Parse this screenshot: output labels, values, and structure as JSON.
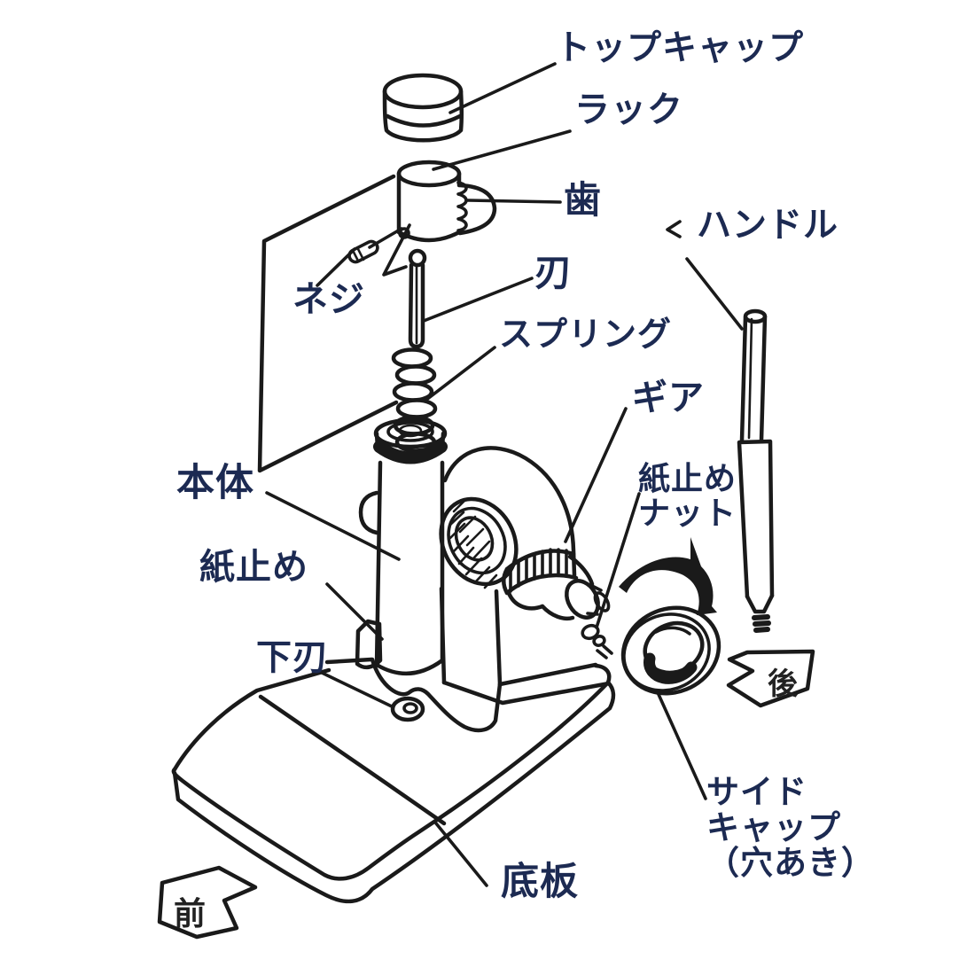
{
  "labels": {
    "top_cap": "トップキャップ",
    "rack": "ラック",
    "tooth": "歯",
    "handle": "ハンドル",
    "screw": "ネジ",
    "blade": "刃",
    "spring": "スプリング",
    "gear": "ギア",
    "paper_stop_nut": {
      "line1": "紙止め",
      "line2": "ナット"
    },
    "body": "本体",
    "paper_stop": "紙止め",
    "lower_blade": "下刃",
    "side_cap": {
      "line1": "サイド",
      "line2": "キャップ",
      "line3": "（穴あき）"
    },
    "base_plate": "底板"
  },
  "direction_arrows": {
    "front": "前",
    "rear": "後"
  },
  "colors": {
    "label_text": "#1c2a52",
    "line_art": "#1a1a1a",
    "background": "#ffffff",
    "direction_text": "#222222"
  }
}
